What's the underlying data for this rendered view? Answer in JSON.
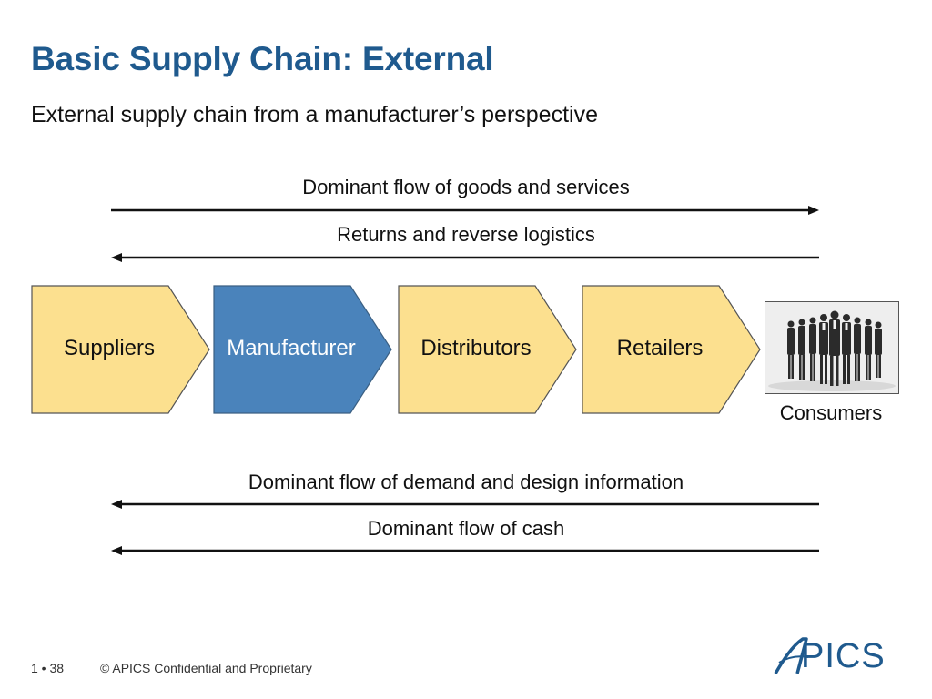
{
  "slide": {
    "title": "Basic Supply Chain: External",
    "subtitle": "External supply chain from a manufacturer’s perspective"
  },
  "flows": {
    "goods": "Dominant flow of goods and services",
    "returns": "Returns and reverse logistics",
    "demand": "Dominant flow of demand and design information",
    "cash": "Dominant flow of cash"
  },
  "chain": {
    "suppliers": "Suppliers",
    "manufacturer": "Manufacturer",
    "distributors": "Distributors",
    "retailers": "Retailers",
    "consumers": "Consumers"
  },
  "colors": {
    "chevron_fill": "#fce08f",
    "highlight_fill": "#4a83bb",
    "title": "#1f5a8e"
  },
  "footer": {
    "page": "1 • 38",
    "copyright": "© APICS Confidential and Proprietary",
    "logo_text": "PICS"
  }
}
